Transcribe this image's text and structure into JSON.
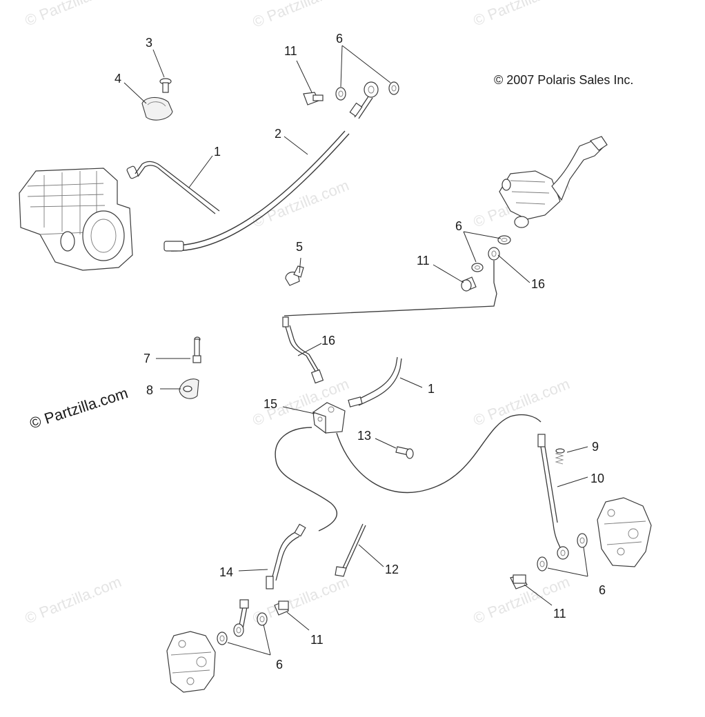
{
  "copyright": "© 2007 Polaris Sales Inc.",
  "site_mark": "© Partzilla.com",
  "watermark": "© Partzilla.com",
  "callouts": [
    {
      "id": "c3",
      "label": "3"
    },
    {
      "id": "c4",
      "label": "4"
    },
    {
      "id": "c11a",
      "label": "11"
    },
    {
      "id": "c6a",
      "label": "6"
    },
    {
      "id": "c1a",
      "label": "1"
    },
    {
      "id": "c2",
      "label": "2"
    },
    {
      "id": "c6b",
      "label": "6"
    },
    {
      "id": "c11b",
      "label": "11"
    },
    {
      "id": "c16a",
      "label": "16"
    },
    {
      "id": "c5",
      "label": "5"
    },
    {
      "id": "c16b",
      "label": "16"
    },
    {
      "id": "c7",
      "label": "7"
    },
    {
      "id": "c8",
      "label": "8"
    },
    {
      "id": "c1b",
      "label": "1"
    },
    {
      "id": "c15",
      "label": "15"
    },
    {
      "id": "c13",
      "label": "13"
    },
    {
      "id": "c9",
      "label": "9"
    },
    {
      "id": "c10",
      "label": "10"
    },
    {
      "id": "c12",
      "label": "12"
    },
    {
      "id": "c14",
      "label": "14"
    },
    {
      "id": "c6c",
      "label": "6"
    },
    {
      "id": "c11c",
      "label": "11"
    },
    {
      "id": "c11d",
      "label": "11"
    },
    {
      "id": "c6d",
      "label": "6"
    }
  ]
}
